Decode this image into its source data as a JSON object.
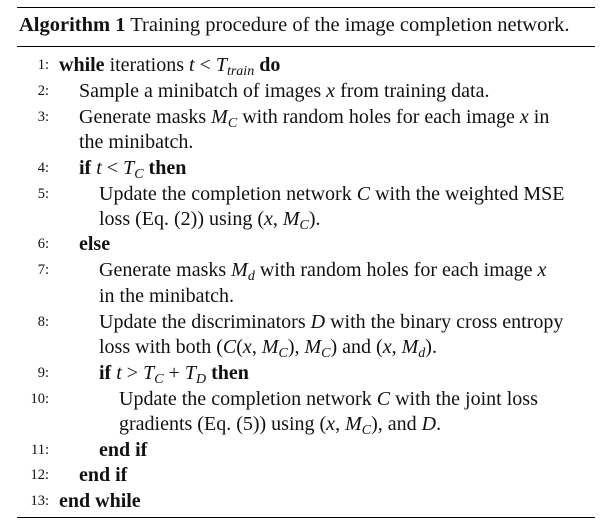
{
  "caption": {
    "label": "Algorithm 1",
    "text": "Training procedure of the image completion network."
  },
  "lines": [
    {
      "num": "1:",
      "kw": "while",
      "text": "iterations t < T",
      "sub": "train",
      "kw2": "do"
    },
    {
      "num": "2:",
      "text": "Sample a minibatch of images x from training data."
    },
    {
      "num": "3:",
      "text": "Generate masks M",
      "sub": "C",
      "text2": "with random holes for each image x in"
    },
    {
      "num": "",
      "text": "the minibatch."
    },
    {
      "num": "4:",
      "kw": "if",
      "text": "t < T",
      "sub": "C",
      "kw2": "then"
    },
    {
      "num": "5:",
      "text": "Update the completion network C with the weighted MSE"
    },
    {
      "num": "",
      "text": "loss (Eq. (2)) using (x, M",
      "sub": "C",
      "text2": ")."
    },
    {
      "num": "6:",
      "kw": "else"
    },
    {
      "num": "7:",
      "text": "Generate masks M",
      "sub": "d",
      "text2": "with random holes for each image x"
    },
    {
      "num": "",
      "text": "in the minibatch."
    },
    {
      "num": "8:",
      "text": "Update the discriminators D with the binary cross entropy"
    },
    {
      "num": "",
      "text": "loss with both (C(x, M",
      "sub": "C",
      "text2": "), M",
      "sub2": "C",
      "text3": ") and (x, M",
      "sub3": "d",
      "text4": ")."
    },
    {
      "num": "9:",
      "kw": "if",
      "text": "t > T",
      "sub": "C",
      "text2": "+ T",
      "sub2": "D",
      "kw2": "then"
    },
    {
      "num": "10:",
      "text": "Update the completion network C with the joint loss"
    },
    {
      "num": "",
      "text": "gradients (Eq. (5)) using (x, M",
      "sub": "C",
      "text2": "), and D."
    },
    {
      "num": "11:",
      "kw": "end if"
    },
    {
      "num": "12:",
      "kw": "end if"
    },
    {
      "num": "13:",
      "kw": "end while"
    }
  ]
}
